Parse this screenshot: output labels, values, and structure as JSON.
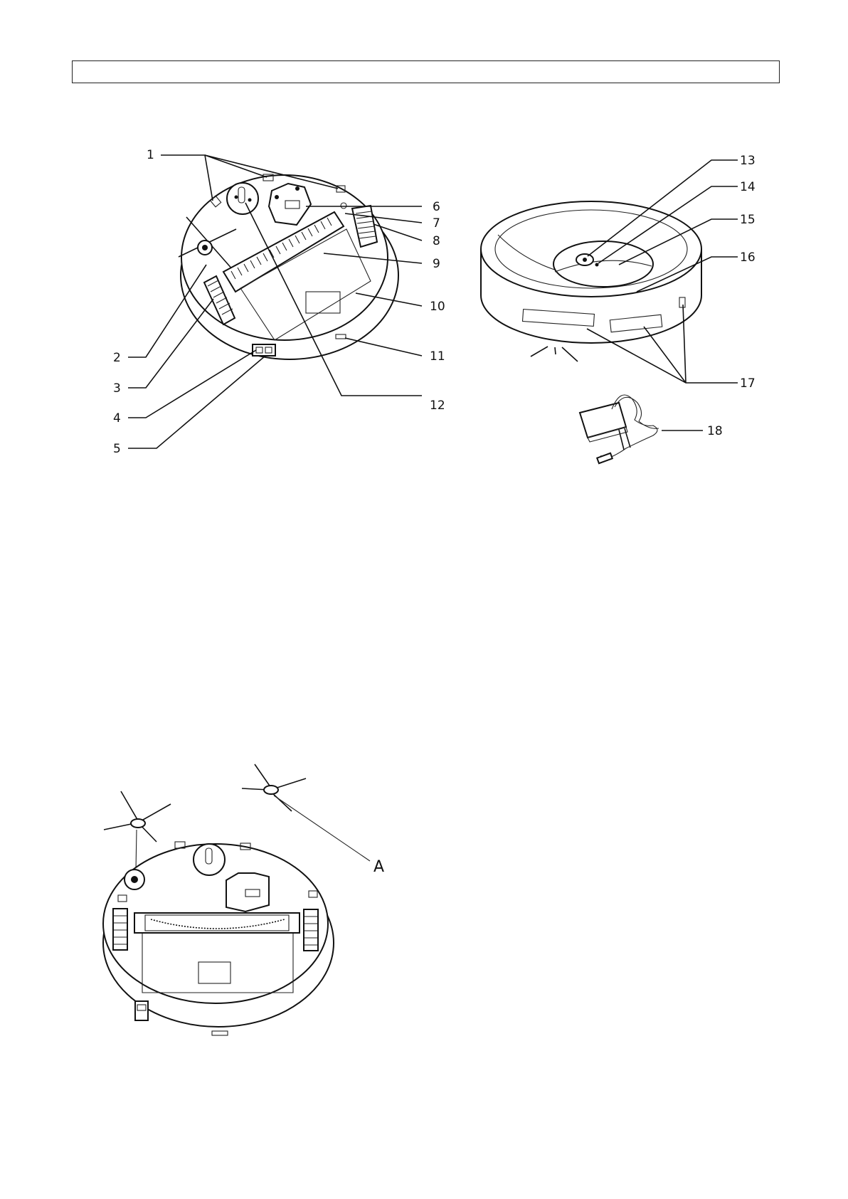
{
  "header_box_text": "",
  "callouts": {
    "c1": "1",
    "c2": "2",
    "c3": "3",
    "c4": "4",
    "c5": "5",
    "c6": "6",
    "c7": "7",
    "c8": "8",
    "c9": "9",
    "c10": "10",
    "c11": "11",
    "c12": "12",
    "c13": "13",
    "c14": "14",
    "c15": "15",
    "c16": "16",
    "c17": "17",
    "c18": "18"
  },
  "assembly_label": "A"
}
